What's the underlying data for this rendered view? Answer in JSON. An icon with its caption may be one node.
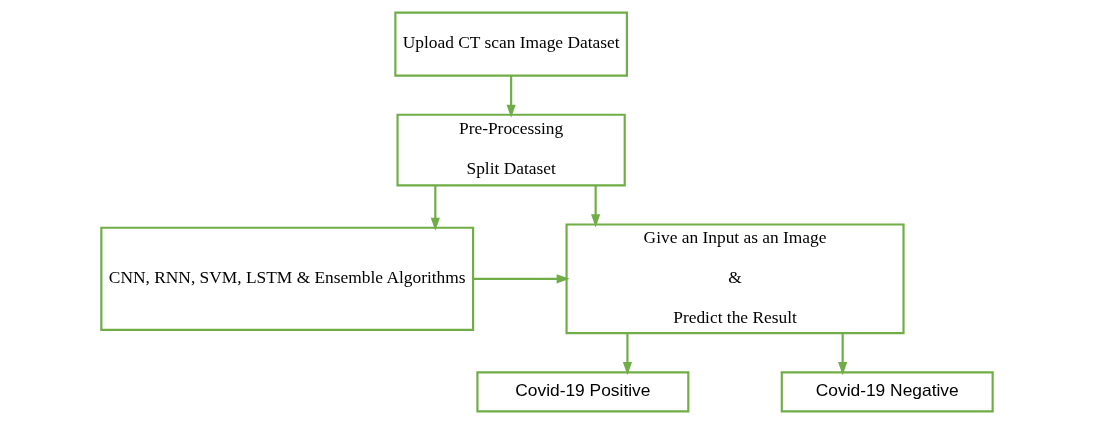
{
  "diagram": {
    "nodes": [
      {
        "text": [
          "Upload CT scan Image Dataset"
        ]
      },
      {
        "text": [
          "Pre-Processing",
          "Split Dataset"
        ]
      },
      {
        "text": [
          "CNN, RNN, SVM, LSTM & Ensemble Algorithms"
        ]
      },
      {
        "text": [
          "Give an Input as an Image",
          "&",
          "Predict the Result"
        ]
      },
      {
        "text": [
          "Covid-19 Positive"
        ]
      },
      {
        "text": [
          "Covid-19 Negative"
        ]
      }
    ],
    "edges": [
      {
        "from": 0,
        "to": 1,
        "arrow": "to"
      },
      {
        "from": 1,
        "to": 2,
        "arrow": "to"
      },
      {
        "from": 1,
        "to": 3,
        "arrow": "to"
      },
      {
        "from": 2,
        "to": 3,
        "arrow": "to"
      },
      {
        "from": 3,
        "to": 4,
        "arrow": "to"
      },
      {
        "from": 3,
        "to": 5,
        "arrow": "to"
      }
    ]
  }
}
